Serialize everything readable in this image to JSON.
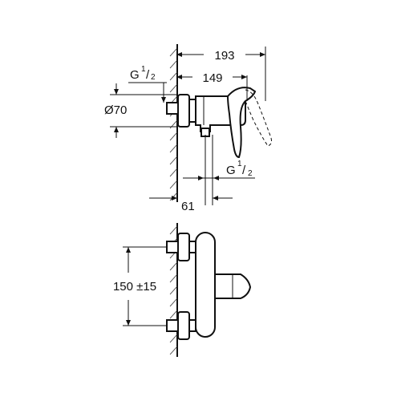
{
  "top_view": {
    "dim_overall": "193",
    "dim_body": "149",
    "dim_outlet": "61",
    "dim_rosette": "Ø70",
    "thread_top": {
      "letter": "G",
      "num": "1",
      "slash": "/",
      "den": "2"
    },
    "thread_bottom": {
      "letter": "G",
      "num": "1",
      "slash": "/",
      "den": "2"
    }
  },
  "front_view": {
    "dim_spacing": "150 ±15"
  }
}
